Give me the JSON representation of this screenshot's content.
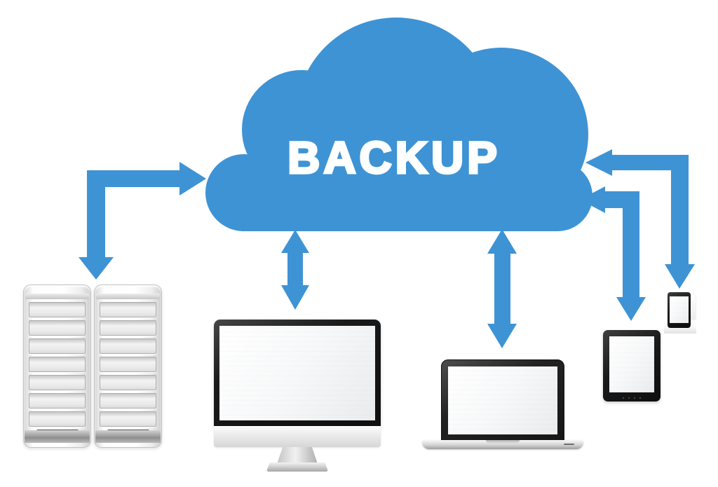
{
  "palette": {
    "cloud_blue": "#3E93D4",
    "label_white": "#FFFFFF",
    "device_dark": "#1A1A1A",
    "device_silver": "#D6D6D6"
  },
  "cloud": {
    "label": "BACKUP"
  },
  "connections": [
    {
      "from": "backup-cloud",
      "to": "server-towers",
      "shape": "elbow",
      "arrowheads": "both-ends"
    },
    {
      "from": "backup-cloud",
      "to": "desktop-monitor",
      "shape": "vertical",
      "arrowheads": "both-ends"
    },
    {
      "from": "backup-cloud",
      "to": "laptop",
      "shape": "vertical",
      "arrowheads": "both-ends"
    },
    {
      "from": "backup-cloud",
      "to": "tablet",
      "shape": "elbow",
      "arrowheads": "both-ends"
    },
    {
      "from": "backup-cloud",
      "to": "smartphone",
      "shape": "elbow",
      "arrowheads": "both-ends"
    }
  ],
  "devices": [
    {
      "name": "server-tower-left"
    },
    {
      "name": "server-tower-right"
    },
    {
      "name": "desktop-monitor"
    },
    {
      "name": "laptop"
    },
    {
      "name": "tablet"
    },
    {
      "name": "smartphone"
    }
  ]
}
